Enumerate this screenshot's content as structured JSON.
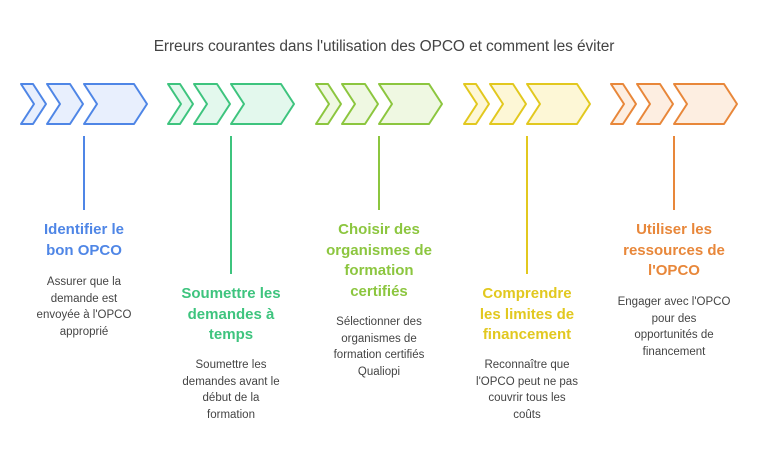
{
  "title": "Erreurs courantes dans l'utilisation des OPCO et comment les éviter",
  "steps": [
    {
      "heading": "Identifier le bon OPCO",
      "heading_lines": [
        "Identifier le",
        "bon OPCO"
      ],
      "description": "Assurer que la demande est envoyée à l'OPCO approprié",
      "description_lines": [
        "Assurer que la",
        "demande est",
        "envoyée à l'OPCO",
        "approprié"
      ],
      "color": "#4f86e6",
      "fill": "#e8effd"
    },
    {
      "heading": "Soumettre les demandes à temps",
      "heading_lines": [
        "Soumettre les",
        "demandes à",
        "temps"
      ],
      "description": "Soumettre les demandes avant le début de la formation",
      "description_lines": [
        "Soumettre les",
        "demandes avant le",
        "début de la",
        "formation"
      ],
      "color": "#3ec47e",
      "fill": "#e3f8ed"
    },
    {
      "heading": "Choisir des organismes de formation certifiés",
      "heading_lines": [
        "Choisir des",
        "organismes de",
        "formation",
        "certifiés"
      ],
      "description": "Sélectionner des organismes de formation certifiés Qualiopi",
      "description_lines": [
        "Sélectionner des",
        "organismes de",
        "formation certifiés",
        "Qualiopi"
      ],
      "color": "#8cc63f",
      "fill": "#eff8e2"
    },
    {
      "heading": "Comprendre les limites de financement",
      "heading_lines": [
        "Comprendre",
        "les limites de",
        "financement"
      ],
      "description": "Reconnaître que l'OPCO peut ne pas couvrir tous les coûts",
      "description_lines": [
        "Reconnaître que",
        "l'OPCO peut ne pas",
        "couvrir tous les",
        "coûts"
      ],
      "color": "#e2c81f",
      "fill": "#fdf7d6"
    },
    {
      "heading": "Utiliser les ressources de l'OPCO",
      "heading_lines": [
        "Utiliser les",
        "ressources de",
        "l'OPCO"
      ],
      "description": "Engager avec l'OPCO pour des opportunités de financement",
      "description_lines": [
        "Engager avec l'OPCO",
        "pour des",
        "opportunités de",
        "financement"
      ],
      "color": "#e8873a",
      "fill": "#fdeee1"
    }
  ]
}
